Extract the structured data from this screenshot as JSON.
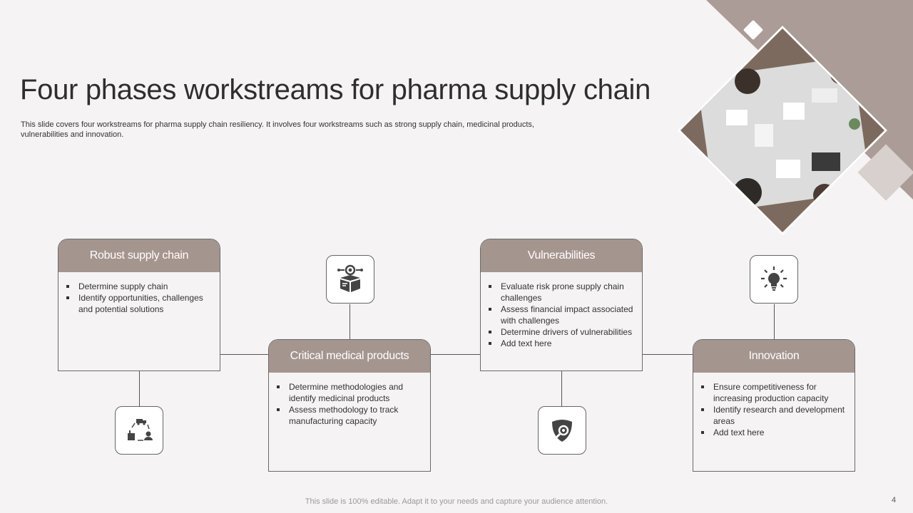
{
  "slide": {
    "title": "Four phases workstreams for pharma supply chain",
    "subtitle": "This slide covers four workstreams for pharma supply chain resiliency. It involves four workstreams such as strong supply chain, medicinal products, vulnerabilities and innovation.",
    "footer": "This slide is 100% editable. Adapt it to your needs and capture your audience attention.",
    "page_number": "4"
  },
  "cards": [
    {
      "title": "Robust supply chain",
      "items": [
        "Determine supply chain",
        "Identify opportunities, challenges and potential solutions"
      ]
    },
    {
      "title": "Critical medical products",
      "items": [
        "Determine methodologies and identify medicinal products",
        "Assess methodology to track manufacturing capacity"
      ]
    },
    {
      "title": "Vulnerabilities",
      "items": [
        "Evaluate risk prone supply chain challenges",
        "Assess financial impact associated with challenges",
        "Determine drivers of vulnerabilities",
        "Add text here"
      ]
    },
    {
      "title": "Innovation",
      "items": [
        "Ensure competitiveness for increasing production capacity",
        "Identify research and development areas",
        "Add text here"
      ]
    }
  ],
  "icons": [
    "supply-cycle-icon",
    "product-box-icon",
    "shield-search-icon",
    "light-bulb-icon"
  ],
  "colors": {
    "header": "#a5958f",
    "accent": "#ab9c98",
    "background": "#f5f3f3"
  }
}
